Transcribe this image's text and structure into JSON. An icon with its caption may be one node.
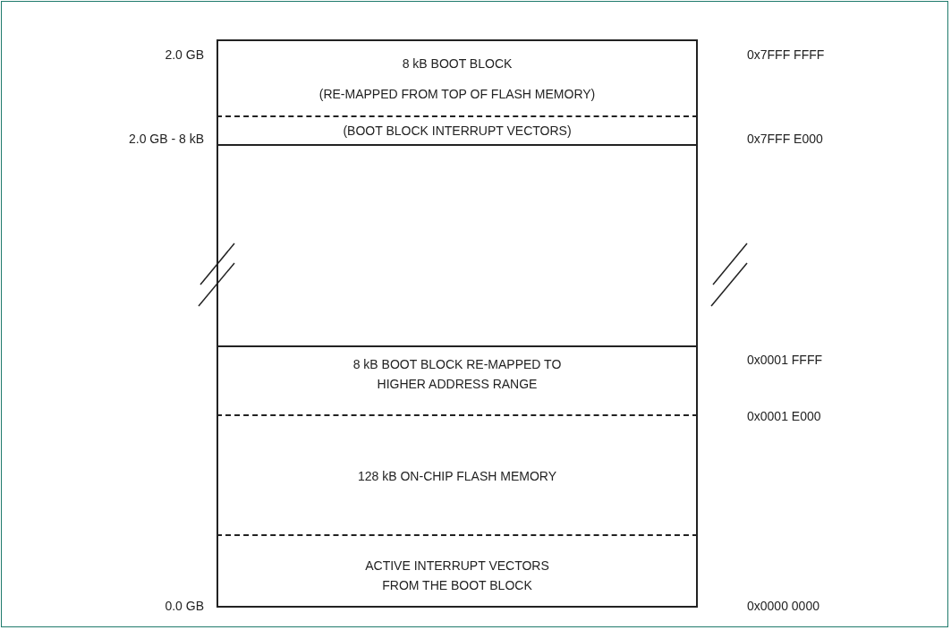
{
  "diagram": {
    "nodes": [
      {
        "text": [
          "8 kB BOOT BLOCK",
          "(RE-MAPPED FROM TOP OF FLASH MEMORY)"
        ]
      },
      {
        "text": [
          "(BOOT BLOCK INTERRUPT VECTORS)"
        ]
      },
      {
        "text": [],
        "shape": "box"
      },
      {
        "text": [
          "8 kB BOOT BLOCK RE-MAPPED TO HIGHER ADDRESS RANGE"
        ]
      },
      {
        "text": [
          "128 kB ON-CHIP FLASH MEMORY"
        ]
      },
      {
        "text": [
          "ACTIVE INTERRUPT VECTORS FROM THE BOOT BLOCK"
        ]
      }
    ],
    "edges": [],
    "labels": [
      "2.0 GB",
      "0x7FFF FFFF",
      "2.0 GB - 8 kB",
      "0x7FFF E000",
      "0x0001 FFFF",
      "0x0001 E000",
      "0.0 GB",
      "0x0000 0000"
    ]
  }
}
